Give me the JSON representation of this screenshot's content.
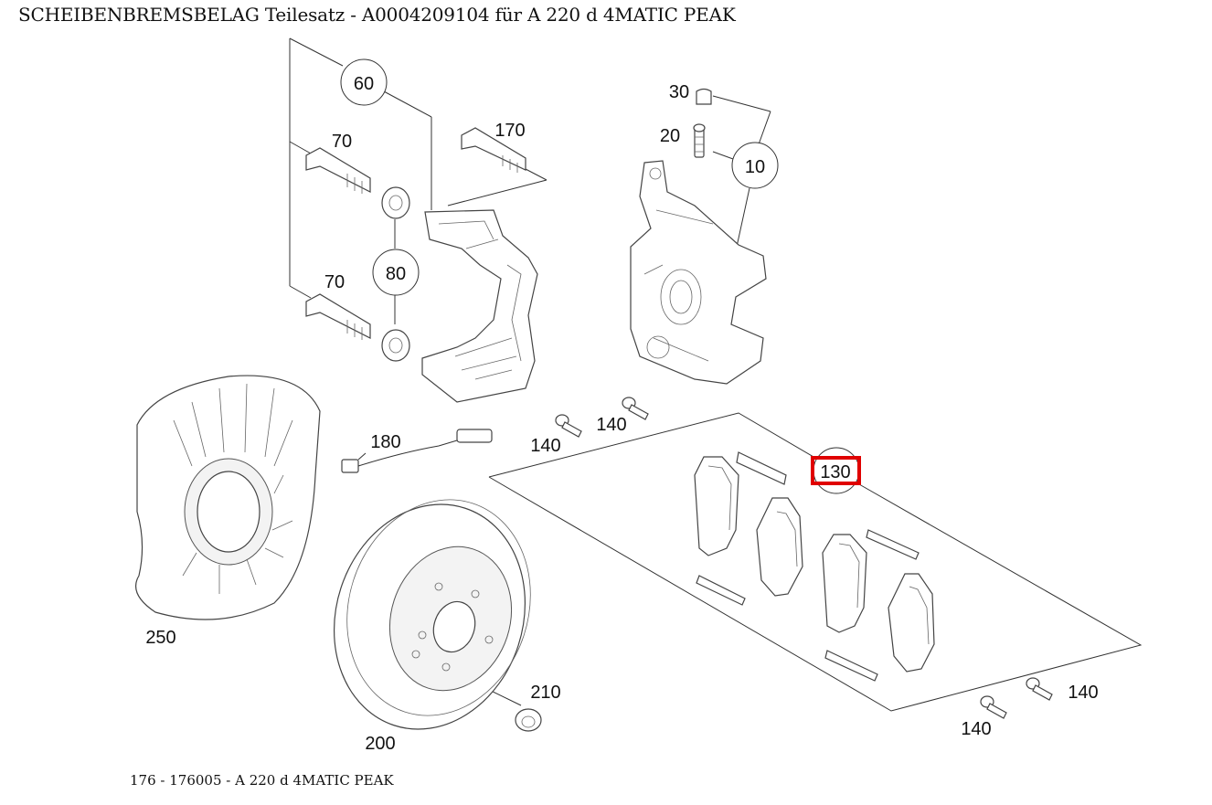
{
  "page": {
    "title": "SCHEIBENBREMSBELAG Teilesatz - A0004209104 für A 220 d 4MATIC PEAK",
    "footer": "176 - 176005 - A 220 d 4MATIC PEAK"
  },
  "callouts": {
    "c10": "10",
    "c20": "20",
    "c30": "30",
    "c60": "60",
    "c70a": "70",
    "c70b": "70",
    "c80": "80",
    "c130": "130",
    "c140a": "140",
    "c140b": "140",
    "c140c": "140",
    "c140d": "140",
    "c170": "170",
    "c180": "180",
    "c200": "200",
    "c210": "210",
    "c250": "250"
  },
  "highlight": {
    "part": "130",
    "color": "#e00000"
  }
}
